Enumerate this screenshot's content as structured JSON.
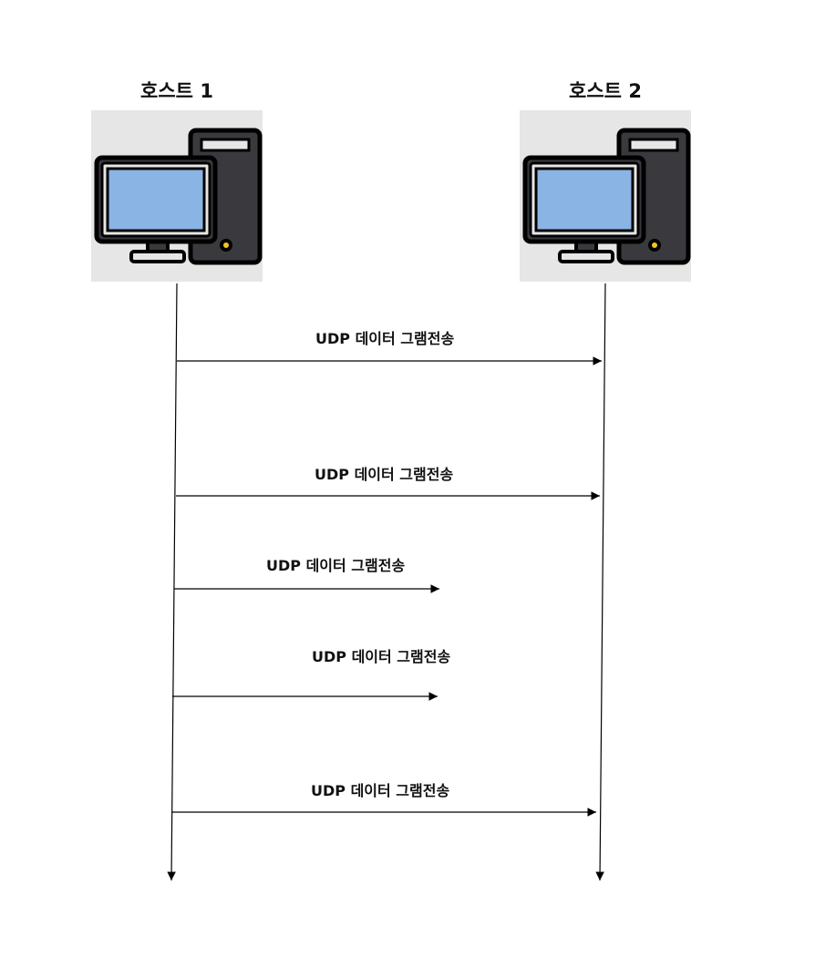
{
  "hosts": [
    {
      "label": "호스트 1",
      "icon": "desktop-computer-icon"
    },
    {
      "label": "호스트 2",
      "icon": "desktop-computer-icon"
    }
  ],
  "messages": [
    {
      "label": "UDP 데이터 그램전송",
      "delivered": true
    },
    {
      "label": "UDP 데이터 그램전송",
      "delivered": true
    },
    {
      "label": "UDP 데이터 그램전송",
      "delivered": false
    },
    {
      "label": "UDP 데이터 그램전송",
      "delivered": false
    },
    {
      "label": "UDP 데이터 그램전송",
      "delivered": true
    }
  ],
  "colors": {
    "screen": "#8ab4e4",
    "case": "#3a3a3e",
    "frame": "#000000",
    "host_bg": "#e6e6e6",
    "led": "#f5c518"
  }
}
